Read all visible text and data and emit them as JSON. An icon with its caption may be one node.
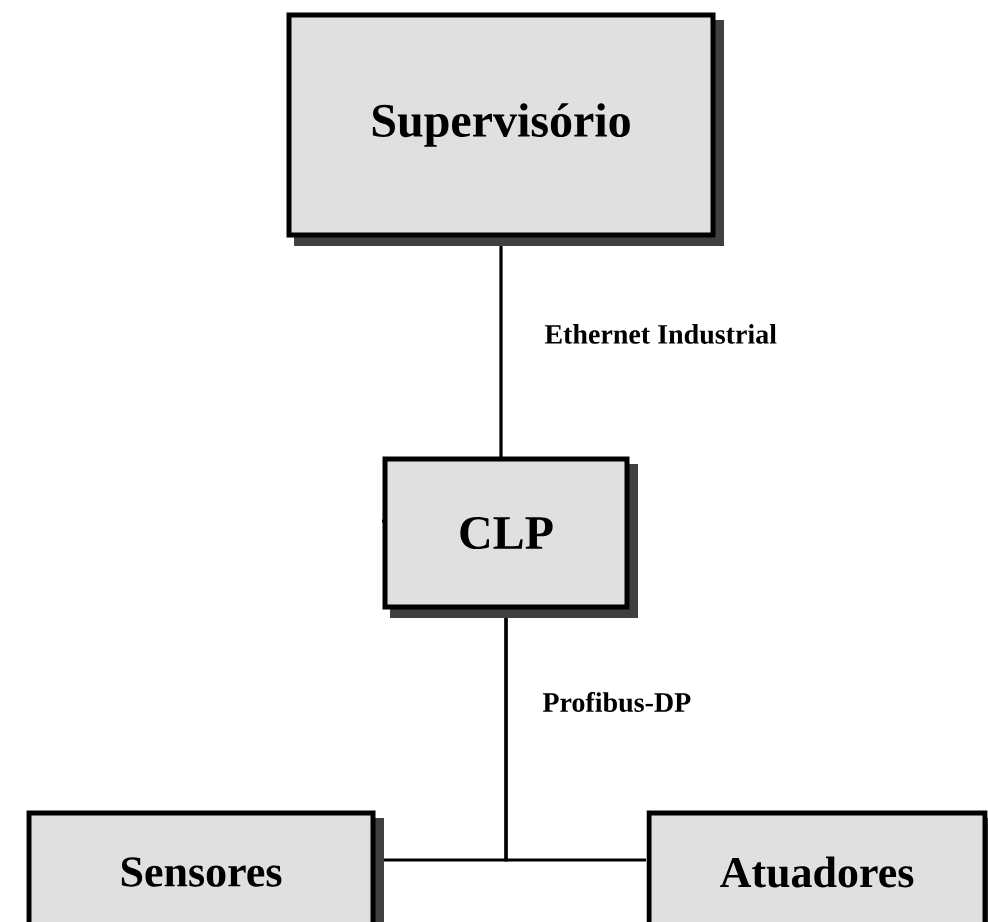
{
  "diagram": {
    "nodes": [
      {
        "text": [
          "Supervisório"
        ]
      },
      {
        "text": [
          "CLP"
        ]
      },
      {
        "text": [
          "Sensores"
        ]
      },
      {
        "text": [
          "Atuadores"
        ]
      }
    ],
    "edges": [
      {
        "from": 0,
        "to": 1,
        "arrow": "none",
        "label": "Ethernet Industrial"
      },
      {
        "from": 1,
        "to": 2,
        "arrow": "none",
        "label": "Profibus-DP"
      },
      {
        "from": 1,
        "to": 3,
        "arrow": "none"
      }
    ]
  }
}
